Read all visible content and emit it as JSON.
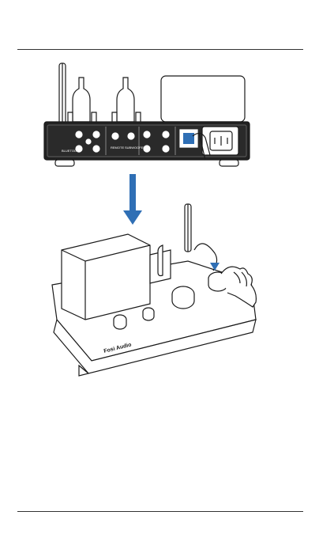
{
  "labels": {
    "bluetooth": "BLUETOOTH",
    "remote": "REMOTE",
    "subwoofer": "SUBWOOFER",
    "brand": "Fosi Audio"
  },
  "colors": {
    "line": "#1a1a1a",
    "arrow": "#2f6fb5",
    "indicator": "#2f6fb5"
  }
}
